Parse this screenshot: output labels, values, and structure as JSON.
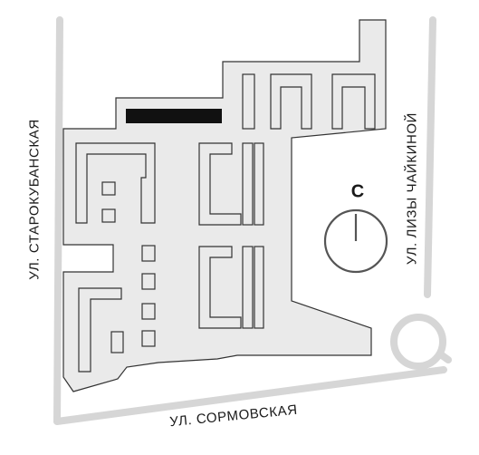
{
  "map": {
    "streets": {
      "left": "УЛ. СТАРОКУБАНСКАЯ",
      "right": "УЛ. ЛИЗЫ ЧАЙКИНОЙ",
      "bottom": "УЛ. СОРМОВСКАЯ"
    },
    "parking_marker": "С",
    "colors": {
      "site_fill": "#eaeaea",
      "outline": "#333333",
      "road": "#d6d6d6",
      "dark_block": "#111111"
    }
  }
}
